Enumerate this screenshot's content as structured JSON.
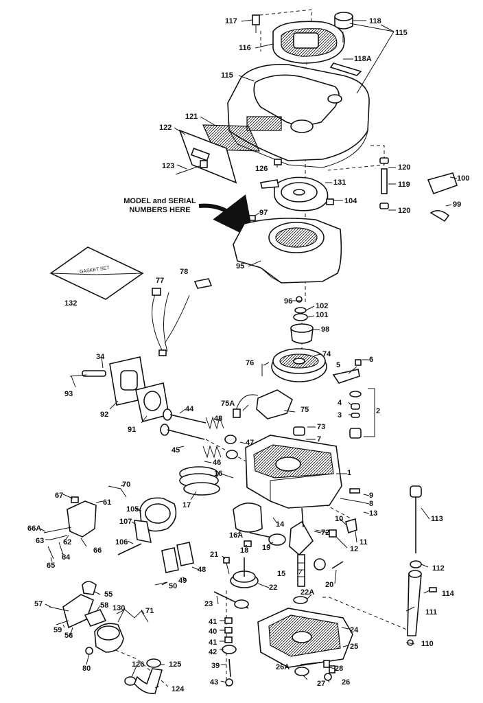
{
  "note": {
    "line1": "MODEL and SERIAL",
    "line2": "NUMBERS HERE"
  },
  "gasket_text": "GASKET SET",
  "labels": [
    "117",
    "118",
    "115",
    "116",
    "118A",
    "115",
    "121",
    "122",
    "123",
    "126",
    "120",
    "100",
    "119",
    "120",
    "99",
    "131",
    "104",
    "97",
    "95",
    "132",
    "78",
    "77",
    "96",
    "102",
    "101",
    "98",
    "34",
    "76",
    "74",
    "6",
    "5",
    "4",
    "3",
    "2",
    "93",
    "92",
    "91",
    "75A",
    "75",
    "44",
    "48",
    "73",
    "7",
    "47",
    "45",
    "46",
    "16",
    "1",
    "70",
    "67",
    "105",
    "61",
    "17",
    "9",
    "8",
    "13",
    "107",
    "106",
    "66A",
    "63",
    "62",
    "64",
    "65",
    "66",
    "10",
    "11",
    "12",
    "14",
    "72",
    "16A",
    "18",
    "19",
    "113",
    "21",
    "48",
    "49",
    "50",
    "22",
    "15",
    "20",
    "112",
    "22A",
    "114",
    "55",
    "57",
    "58",
    "130",
    "71",
    "23",
    "59",
    "56",
    "41",
    "40",
    "41",
    "42",
    "24",
    "111",
    "25",
    "110",
    "80",
    "126",
    "125",
    "39",
    "26A",
    "28",
    "124",
    "43",
    "27",
    "26"
  ]
}
